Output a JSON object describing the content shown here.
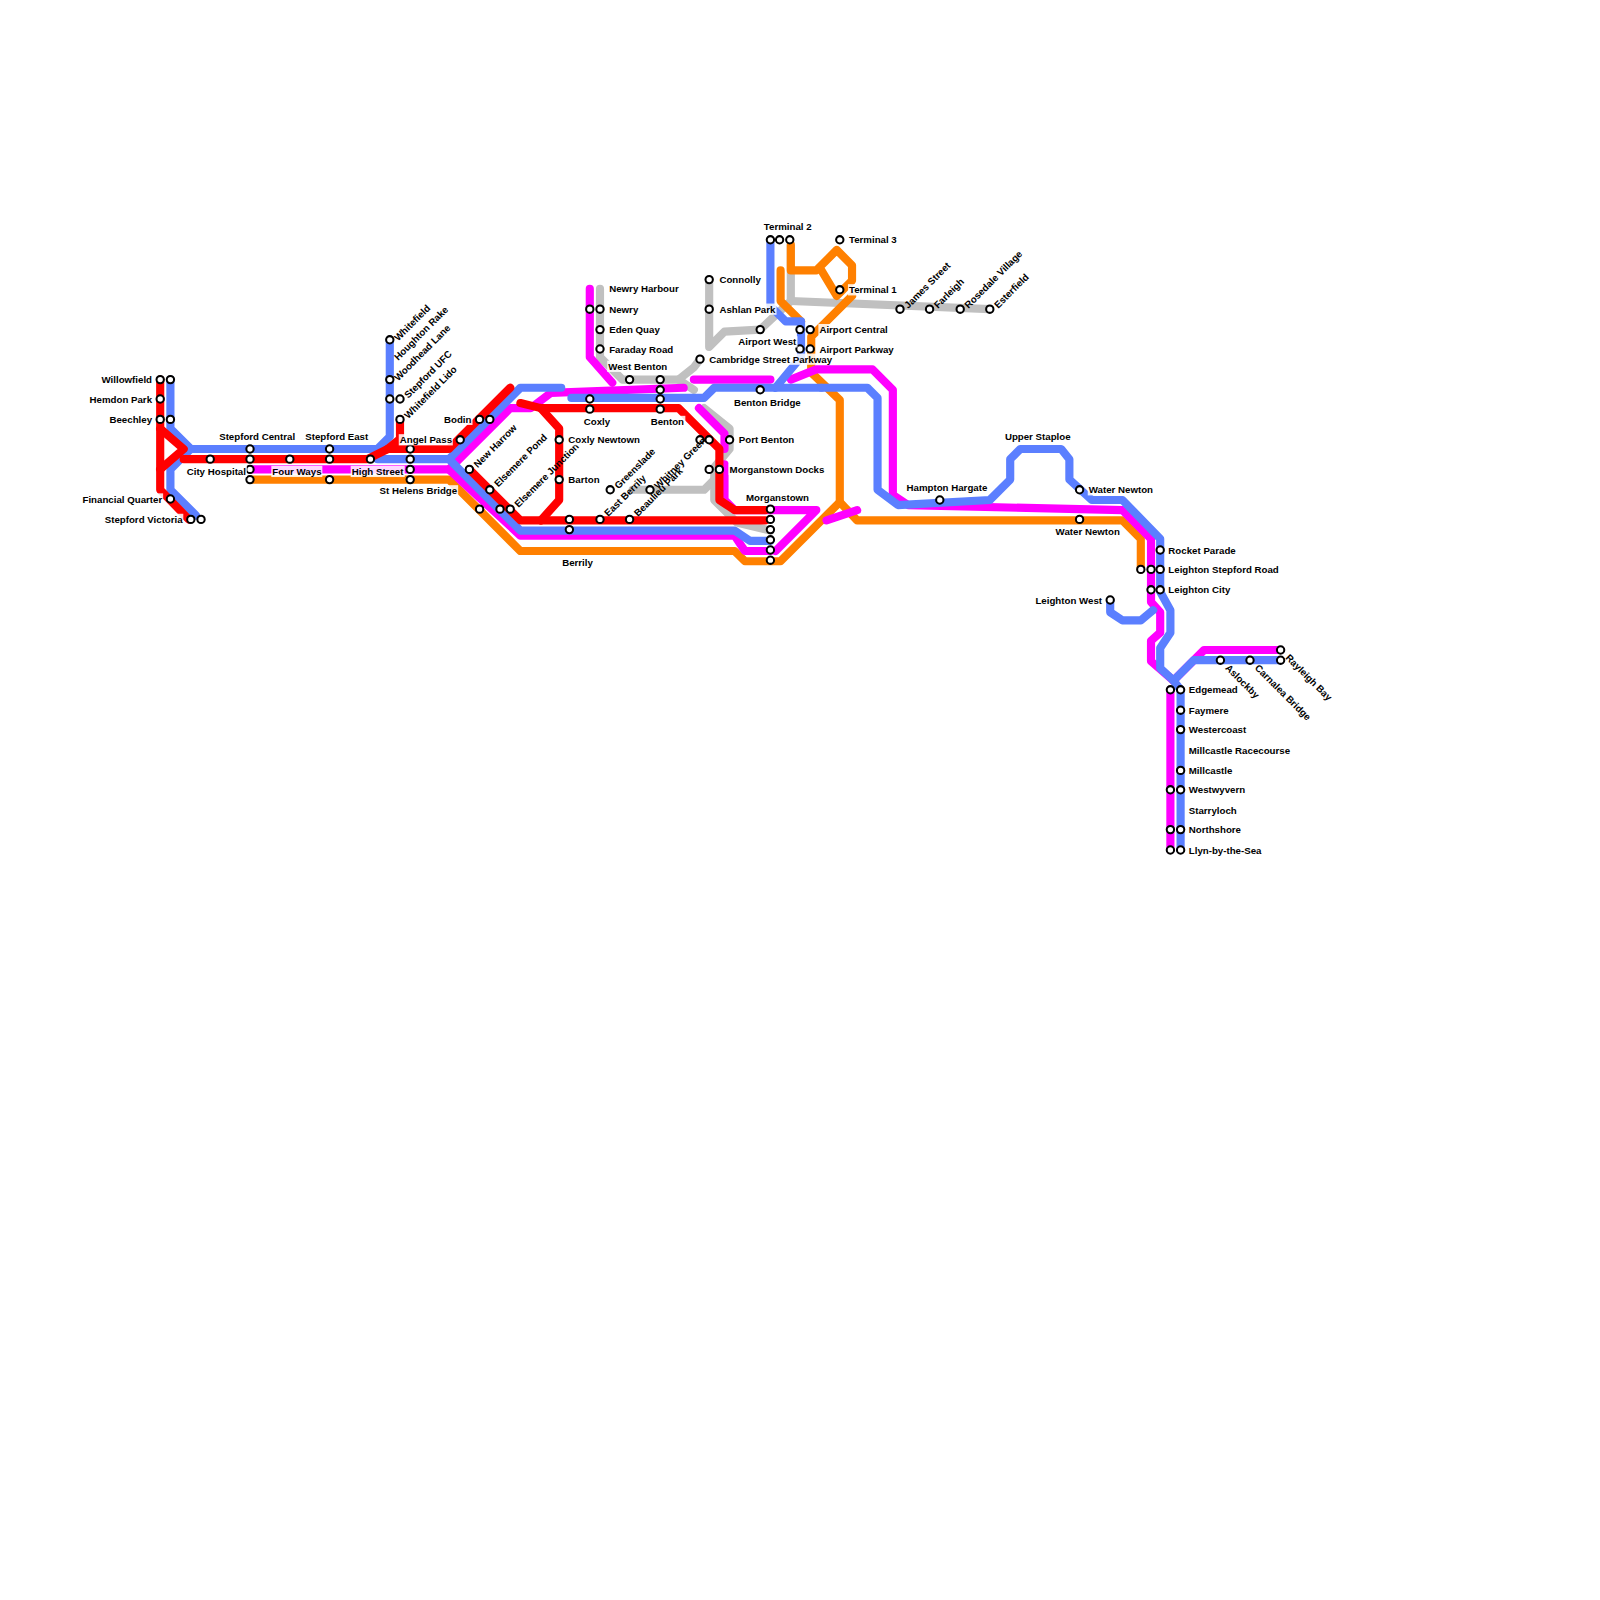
{
  "diagram": {
    "labels": [
      "Willowfield",
      "Hemdon Park",
      "Beechley",
      "Financial Quarter",
      "Stepford Victoria",
      "Stepford Central",
      "City Hospital",
      "Four Ways",
      "Stepford East",
      "High Street",
      "St Helens Bridge",
      "Angel Pass",
      "Whitefield",
      "Houghton Rake",
      "Woodhead Lane",
      "Stepford UFC",
      "Whitefield Lido",
      "Bodin",
      "New Harrow",
      "Elsemere Pond",
      "Elsemere Junction",
      "Coxly Newtown",
      "Barton",
      "Berrily",
      "Coxly",
      "East Berrily",
      "Greenslade",
      "Beaulieu Park",
      "Whitney Green",
      "Newry Harbour",
      "Newry",
      "Eden Quay",
      "Faraday Road",
      "West Benton",
      "Benton",
      "Connolly",
      "Ashlan Park",
      "Cambridge Street Parkway",
      "Airport West",
      "Port Benton",
      "Morganstown Docks",
      "Morganstown",
      "Benton Bridge",
      "Terminal 2",
      "Terminal 3",
      "Terminal 1",
      "Airport Central",
      "Airport Parkway",
      "James Street",
      "Farleigh",
      "Rosedale Village",
      "Esterfield",
      "Hampton Hargate",
      "Upper Staploe",
      "Water Newton",
      "Water Newton",
      "Rocket Parade",
      "Leighton Stepford Road",
      "Leighton City",
      "Leighton West",
      "Edgemead",
      "Faymere",
      "Westercoast",
      "Millcastle Racecourse",
      "Millcastle",
      "Westwyvern",
      "Starryloch",
      "Northshore",
      "Llyn-by-the-Sea",
      "Aslockby",
      "Carnalea Bridge",
      "Rayleigh Bay"
    ]
  }
}
